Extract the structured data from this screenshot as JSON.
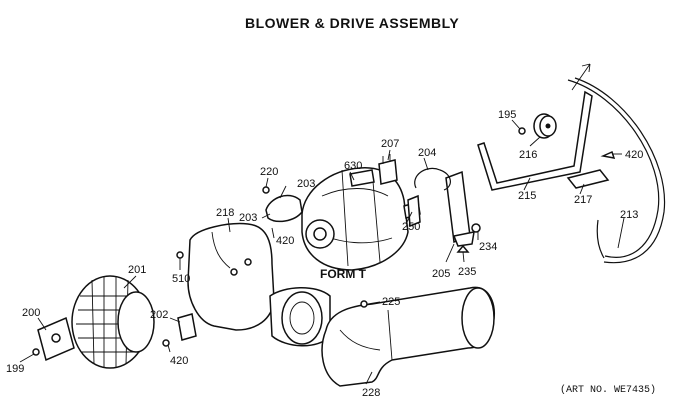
{
  "title": "BLOWER & DRIVE ASSEMBLY",
  "variant_label": "FORM T",
  "art_number": "(ART NO. WE7435)",
  "colors": {
    "line": "#111111",
    "background": "#ffffff"
  },
  "callouts": {
    "p195": "195",
    "p216": "216",
    "p420_top": "420",
    "p207": "207",
    "p204": "204",
    "p630": "630",
    "p220": "220",
    "p203_top": "203",
    "p203_left": "203",
    "p420_mid": "420",
    "p218": "218",
    "p250": "250",
    "p215": "215",
    "p217": "217",
    "p213": "213",
    "p234": "234",
    "p235": "235",
    "p205": "205",
    "p510": "510",
    "p201": "201",
    "p200": "200",
    "p202": "202",
    "p420_bot": "420",
    "p199": "199",
    "p225": "225",
    "p228": "228"
  }
}
